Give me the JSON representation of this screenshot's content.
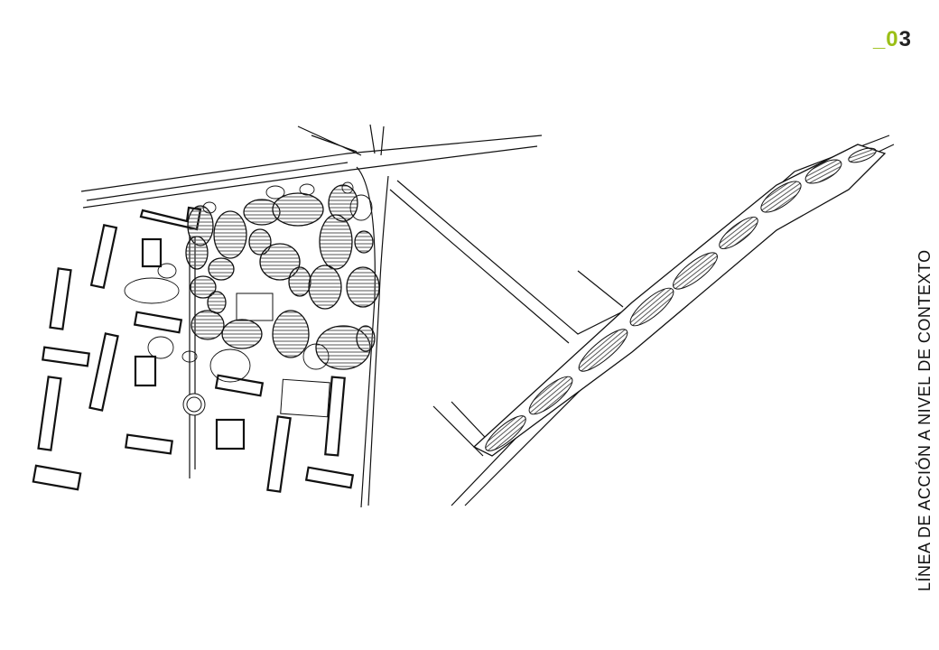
{
  "page_number": {
    "prefix": "_0",
    "suffix": "3"
  },
  "title": "LÍNEA DE ACCIÓN A NIVEL DE CONTEXTO",
  "colors": {
    "accent": "#9bbf16",
    "line": "#111111",
    "hatch": "#555555"
  }
}
